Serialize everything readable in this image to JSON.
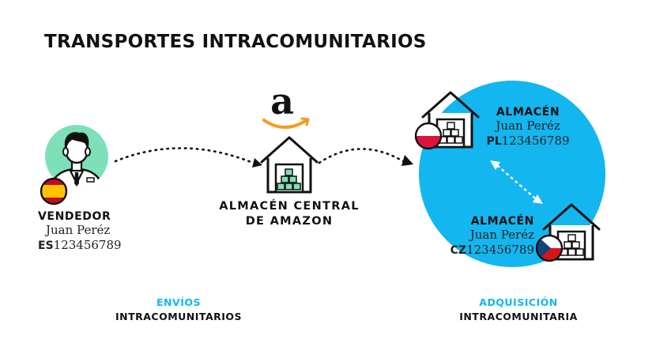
{
  "title": "TRANSPORTES INTRACOMUNITARIOS",
  "seller": {
    "role": "VENDEDOR",
    "name": "Juan Peréz",
    "vat_prefix": "ES",
    "vat_number": "123456789"
  },
  "amazon": {
    "label_line1": "ALMACÉN CENTRAL",
    "label_line2": "DE AMAZON"
  },
  "warehouse_pl": {
    "role": "ALMACÉN",
    "name": "Juan Peréz",
    "vat_prefix": "PL",
    "vat_number": "123456789"
  },
  "warehouse_cz": {
    "role": "ALMACÉN",
    "name": "Juan Peréz",
    "vat_prefix": "CZ",
    "vat_number": "123456789"
  },
  "footer_left": {
    "line1": "ENVÍOS",
    "line2": "INTRACOMUNITARIOS"
  },
  "footer_right": {
    "line1": "ADQUISICIÓN",
    "line2": "INTRACOMUNITARIA"
  },
  "colors": {
    "accent": "#14b6ef",
    "avatar_bg": "#7ee0b8",
    "amazon_orange": "#f39c1f"
  },
  "icons": [
    "seller-avatar-icon",
    "spain-flag-icon",
    "amazon-logo-icon",
    "warehouse-icon",
    "poland-flag-icon",
    "czech-flag-icon"
  ]
}
